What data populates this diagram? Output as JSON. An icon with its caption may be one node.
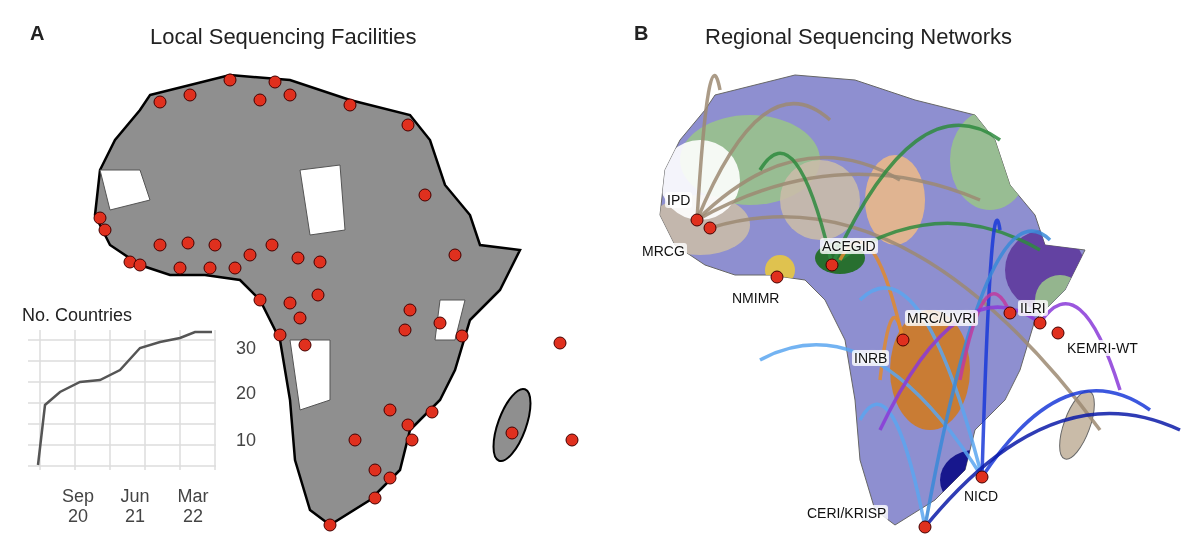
{
  "diagram": {
    "labels": [
      "A",
      "Local Sequencing Facilities",
      "No. Countries",
      "30",
      "20",
      "10",
      "Sep 20",
      "Jun 21",
      "Mar 22",
      "B",
      "Regional Sequencing Networks",
      "IPD",
      "MRCG",
      "ACEGID",
      "NMIMR",
      "MRC/UVRI",
      "ILRI",
      "INRB",
      "KEMRI-WT",
      "CERI/KRISP",
      "NICD"
    ]
  }
}
